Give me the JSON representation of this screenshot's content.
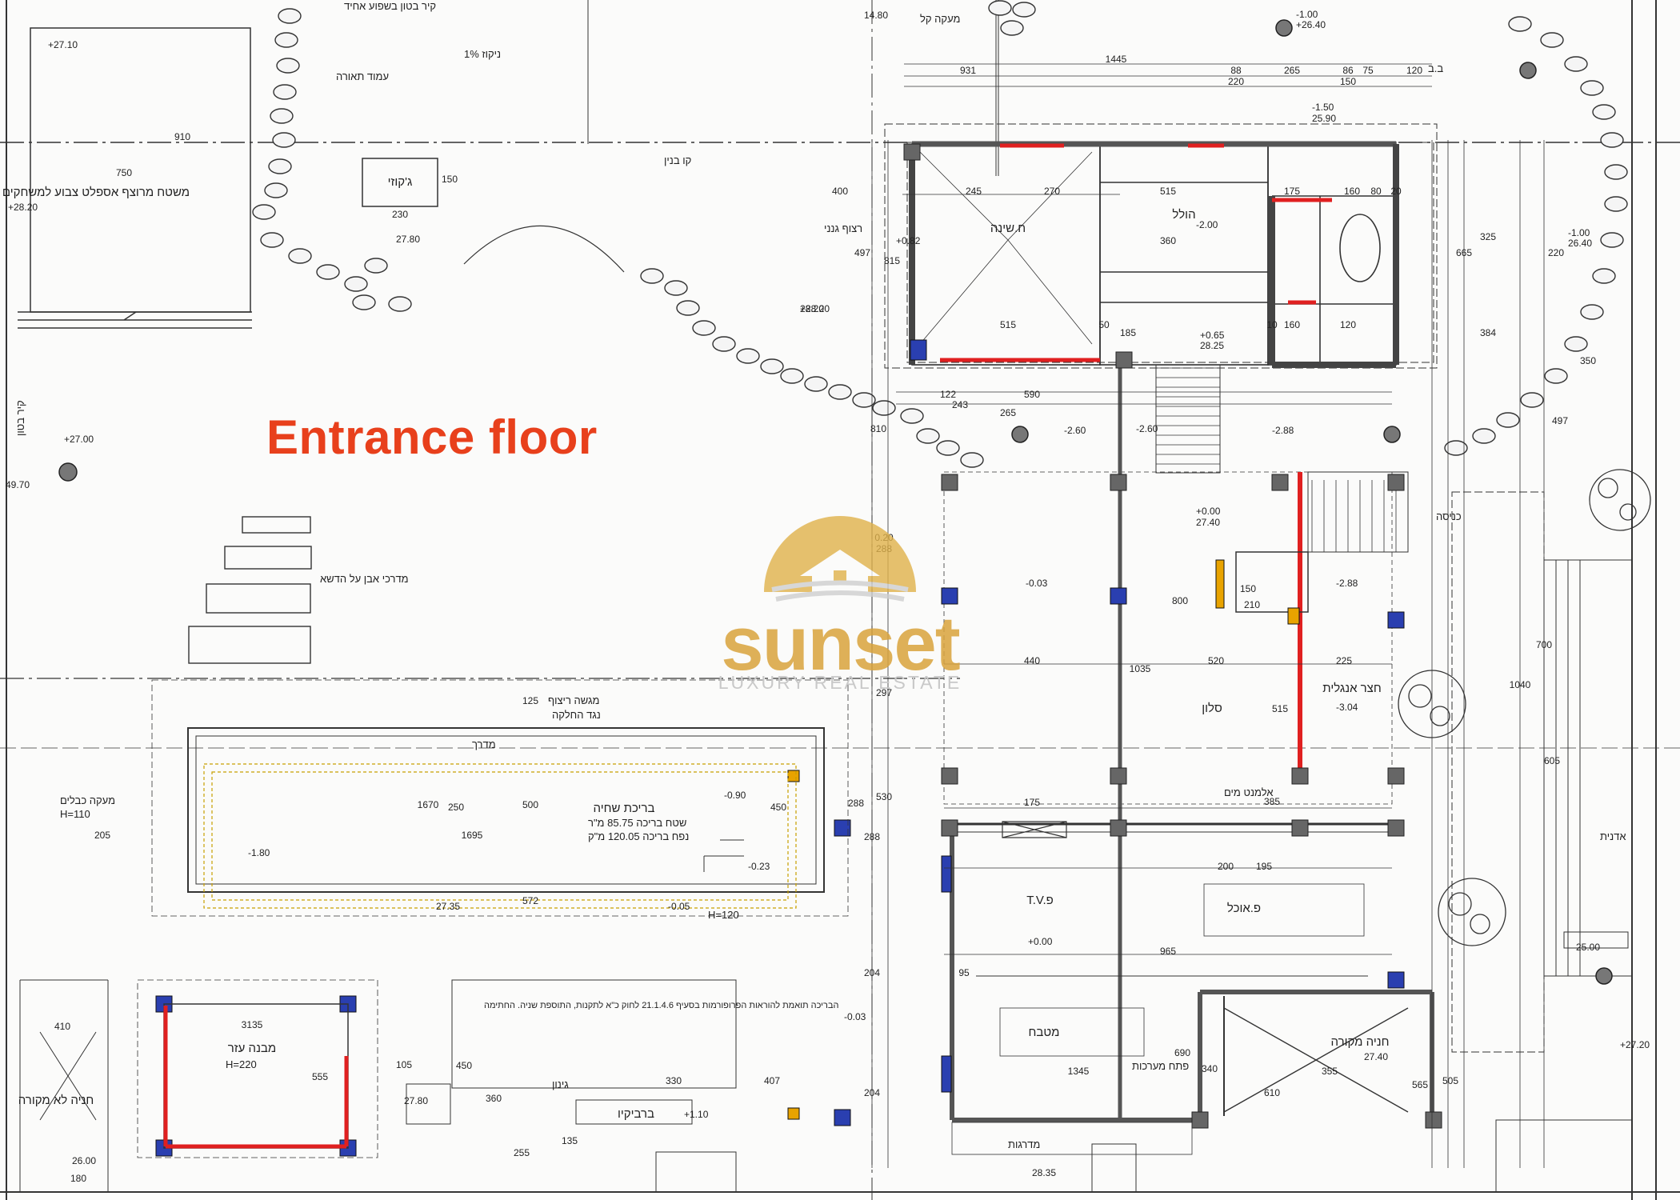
{
  "plan": {
    "title": "Entrance floor",
    "logo": {
      "brand": "sunset",
      "tagline": "LUXURY REAL ESTATE"
    },
    "rooms": [
      {
        "id": "bedroom",
        "label": "ח.שינה"
      },
      {
        "id": "hall",
        "label": "הולל"
      },
      {
        "id": "salon",
        "label": "סלון"
      },
      {
        "id": "tv",
        "label": "T.V.פ"
      },
      {
        "id": "dining",
        "label": "פ.אוכל"
      },
      {
        "id": "kitchen",
        "label": "מטבח"
      },
      {
        "id": "pool",
        "label": "בריכת שחיה"
      },
      {
        "id": "parking-covered",
        "label": "חניה מקורה"
      },
      {
        "id": "parking-open",
        "label": "חניה לא מקורה"
      },
      {
        "id": "aux",
        "label": "מבנה עזר"
      },
      {
        "id": "jacuzzi",
        "label": "ג'קוזי"
      },
      {
        "id": "playground",
        "label": "משטח מרוצף אספלט צבוע למשחקים"
      },
      {
        "id": "english-yard",
        "label": "חצר אנגלית"
      },
      {
        "id": "bbq",
        "label": "ברביקיו"
      }
    ],
    "notes": [
      "קיר בטון בשפוע אחיד",
      "עמוד תאורה",
      "ניקוז 1%",
      "רצוף גנני",
      "מדרכי אבן על הדשא",
      "מעקה קל",
      "קו בנין",
      "גינון",
      "מעקה כבלים",
      "מגשה ריצוף",
      "נגד החלקה",
      "מדרך",
      "אלמנט מים",
      "שטח בריכה 85.75 מ\"ר",
      "נפח בריכה 120.05 מ\"ק",
      "הבריכה תואמת להוראות הפרופורמות בסעיף 21.1.4.6 לחוק כ\"א לתקנות, התוספת שניה. החתימה",
      "אדנית",
      "H=220",
      "H=110",
      "H=120",
      "קיר בטון",
      "כניסה",
      "פתח מערכות",
      "מדרגות",
      "ב.ב"
    ],
    "elevations": [
      "+27.10",
      "+27.00",
      "+28.20",
      "27.80",
      "+28.20",
      "+26.40",
      "-1.00",
      "-1.50",
      "25.90",
      "+0.82",
      "-2.00",
      "+0.65",
      "28.25",
      "-2.60",
      "-2.60",
      "-2.88",
      "+0.00",
      "27.40",
      "-0.03",
      "-2.88",
      "-3.04",
      "-0.90",
      "-1.80",
      "-0.23",
      "-0.05",
      "27.35",
      "-0.03",
      "+0.00",
      "27.40",
      "+1.10",
      "27.80",
      "26.00",
      "+27.20",
      "-1.00",
      "26.40",
      "28.35",
      "28.20"
    ],
    "dimensions": [
      "1445",
      "931",
      "88",
      "265",
      "86",
      "75",
      "120",
      "220",
      "150",
      "750",
      "910",
      "230",
      "150",
      "400",
      "245",
      "270",
      "515",
      "175",
      "160",
      "80",
      "20",
      "497",
      "815",
      "515",
      "360",
      "50",
      "10",
      "160",
      "120",
      "185",
      "665",
      "220",
      "325",
      "384",
      "590",
      "265",
      "122",
      "243",
      "810",
      "440",
      "520",
      "515",
      "225",
      "1035",
      "800",
      "210",
      "150",
      "250",
      "1695",
      "1670",
      "500",
      "450",
      "205",
      "572",
      "125",
      "175",
      "200",
      "195",
      "95",
      "965",
      "1345",
      "690",
      "355",
      "610",
      "565",
      "505",
      "605",
      "700",
      "1040",
      "3135",
      "555",
      "410",
      "450",
      "330",
      "407",
      "360",
      "135",
      "255",
      "180",
      "350",
      "25.00",
      "14.80",
      "49.70",
      "0.20",
      "288",
      "288",
      "297",
      "530",
      "288",
      "204",
      "204",
      "497",
      "385",
      "105",
      "340",
      "385",
      "75"
    ]
  }
}
